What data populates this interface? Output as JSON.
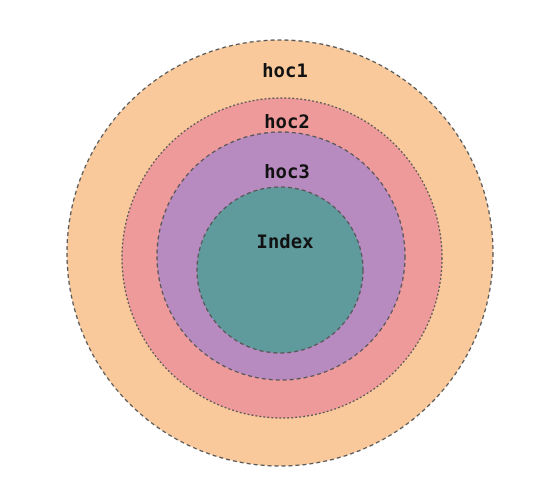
{
  "diagram": {
    "rings": [
      {
        "label": "hoc1",
        "fill": "#f9c99b"
      },
      {
        "label": "hoc2",
        "fill": "#ef9a9a"
      },
      {
        "label": "hoc3",
        "fill": "#b78ac0"
      },
      {
        "label": "Index",
        "fill": "#5f9a9c"
      }
    ],
    "stroke_color": "#555555",
    "background": "#ffffff"
  }
}
